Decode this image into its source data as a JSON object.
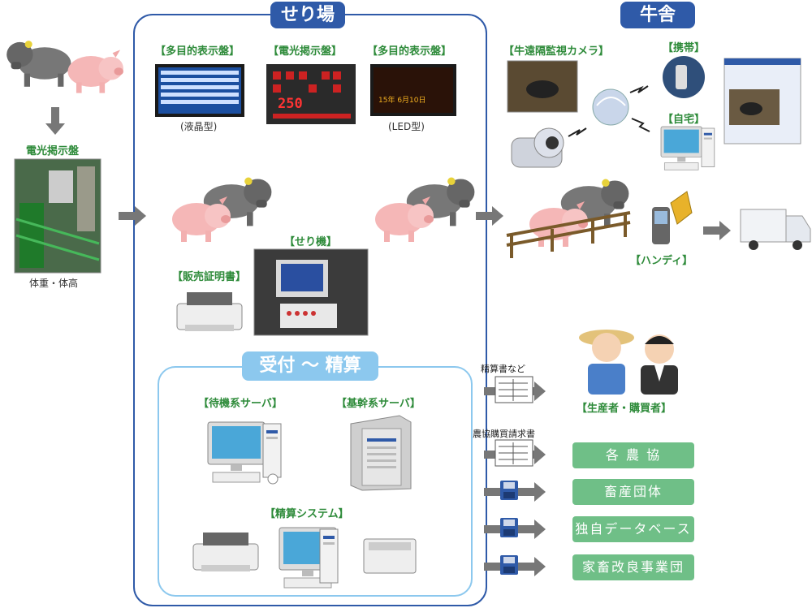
{
  "sections": {
    "seriba": "せり場",
    "gyusha": "牛舎",
    "uketsuke": "受付 〜 精算"
  },
  "left": {
    "display_label": "電光掲示盤",
    "caption": "体重・体高"
  },
  "arena": {
    "display1_label": "【多目的表示盤】",
    "display1_caption": "(液晶型)",
    "display2_label": "【電光掲示盤】",
    "display3_label": "【多目的表示盤】",
    "display3_caption": "(LED型)",
    "seriki_label": "【せり機】",
    "certificate_label": "【販売証明書】",
    "led_number": "250",
    "led_date": "15年 6月10日"
  },
  "settlement": {
    "standby_label": "【待機系サーバ】",
    "core_label": "【基幹系サーバ】",
    "system_label": "【精算システム】"
  },
  "barn": {
    "camera_label": "【牛遠隔監視カメラ】",
    "mobile_label": "【携帯】",
    "home_label": "【自宅】",
    "handy_label": "【ハンディ】"
  },
  "outputs": {
    "statement_label": "精算書など",
    "invoice_label": "農協購買請求書",
    "people_label": "【生産者・購買者】",
    "targets": [
      "各 農 協",
      "畜産団体",
      "独自データベース",
      "家畜改良事業団"
    ]
  },
  "colors": {
    "accent_blue": "#2f5aa8",
    "light_blue": "#8cc8ee",
    "green_label": "#2e8b3a",
    "green_button": "#6fbf87",
    "arrow_gray": "#777777"
  }
}
